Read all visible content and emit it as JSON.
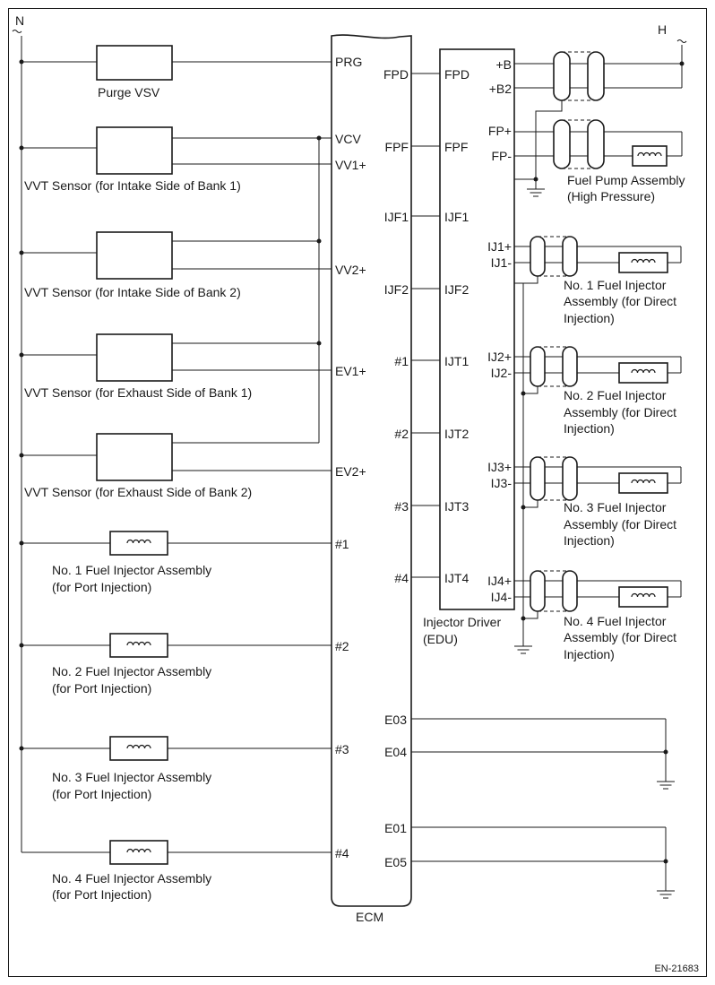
{
  "labels": {
    "n": "N",
    "h": "H",
    "ecm": "ECM",
    "edu_line1": "Injector Driver",
    "edu_line2": "(EDU)",
    "code": "EN-21683",
    "purge_vsv": "Purge VSV",
    "vvt_in_b1": "VVT Sensor (for Intake Side of Bank 1)",
    "vvt_in_b2": "VVT Sensor (for Intake Side of Bank 2)",
    "vvt_ex_b1": "VVT Sensor (for Exhaust Side of Bank 1)",
    "vvt_ex_b2": "VVT Sensor (for Exhaust Side of Bank 2)",
    "port_inj": [
      {
        "l1": "No. 1 Fuel Injector Assembly",
        "l2": "(for Port Injection)"
      },
      {
        "l1": "No. 2 Fuel Injector Assembly",
        "l2": "(for Port Injection)"
      },
      {
        "l1": "No. 3 Fuel Injector Assembly",
        "l2": "(for Port Injection)"
      },
      {
        "l1": "No. 4 Fuel Injector Assembly",
        "l2": "(for Port Injection)"
      }
    ],
    "fuel_pump_l1": "Fuel Pump Assembly",
    "fuel_pump_l2": "(High Pressure)",
    "direct_inj": [
      {
        "l1": "No. 1 Fuel Injector",
        "l2": "Assembly (for Direct",
        "l3": "Injection)"
      },
      {
        "l1": "No. 2 Fuel Injector",
        "l2": "Assembly (for Direct",
        "l3": "Injection)"
      },
      {
        "l1": "No. 3 Fuel Injector",
        "l2": "Assembly (for Direct",
        "l3": "Injection)"
      },
      {
        "l1": "No. 4 Fuel Injector",
        "l2": "Assembly (for Direct",
        "l3": "Injection)"
      }
    ]
  },
  "ecm_pins_left": [
    "PRG",
    "VCV",
    "VV1+",
    "VV2+",
    "EV1+",
    "EV2+",
    "#1",
    "#2",
    "#3",
    "#4"
  ],
  "ecm_pins_right": [
    "FPD",
    "FPF",
    "IJF1",
    "IJF2",
    "#1",
    "#2",
    "#3",
    "#4",
    "E03",
    "E04",
    "E01",
    "E05"
  ],
  "edu_pins_left": [
    "FPD",
    "FPF",
    "IJF1",
    "IJF2",
    "IJT1",
    "IJT2",
    "IJT3",
    "IJT4"
  ],
  "edu_pins_right": [
    "+B",
    "+B2",
    "FP+",
    "FP-",
    "IJ1+",
    "IJ1-",
    "IJ2+",
    "IJ2-",
    "IJ3+",
    "IJ3-",
    "IJ4+",
    "IJ4-"
  ]
}
